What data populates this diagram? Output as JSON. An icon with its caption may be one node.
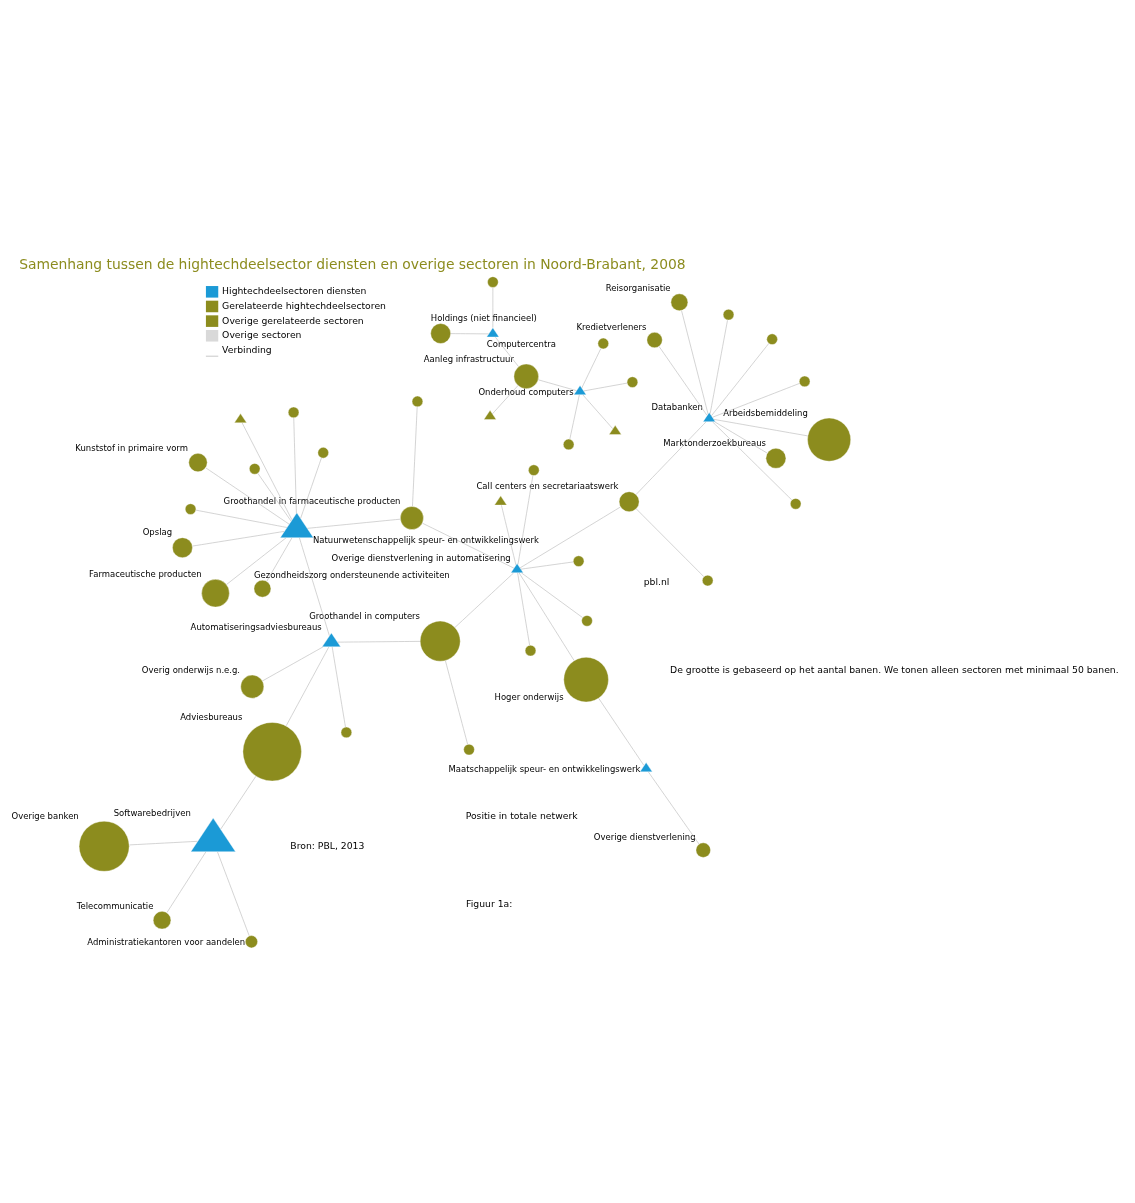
{
  "diagram": {
    "title": "Samenhang tussen de hightechdeelsector diensten en overige sectoren in Noord-Brabant, 2008",
    "caption": "Bron: PBL, 2013",
    "nodes": [
      {
        "text": [
          "Overige banken"
        ]
      },
      {
        "text": [
          "Softwarebedrijven"
        ]
      },
      {
        "text": [
          "Telecommunicatie"
        ]
      },
      {
        "text": [
          "Overig onderwijs n.e.g."
        ]
      },
      {
        "text": [
          "Administratiekantoren voor aandelen"
        ]
      },
      {
        "text": [
          "Kredietverleners"
        ]
      },
      {
        "text": [
          "Automatiseringsadviesbureaus"
        ]
      },
      {
        "text": [
          "Hoger onderwijs"
        ]
      },
      {
        "text": [
          "Adviesbureaus"
        ]
      },
      {
        "text": [
          "Holdings (niet financieel)"
        ]
      },
      {
        "text": [
          "Arbeidsbemiddeling"
        ]
      },
      {
        "text": [
          "Groothandel in computers"
        ]
      },
      {
        "text": [
          "Onderhoud computers"
        ]
      },
      {
        "text": [
          "Aanleg infrastructuur"
        ]
      },
      {
        "text": [
          "Marktonderzoekbureaus"
        ]
      },
      {
        "text": [
          "Computercentra"
        ]
      },
      {
        "text": [
          "Call centers en secretariaatswerk"
        ]
      },
      {
        "text": [
          "Databanken"
        ]
      },
      {
        "text": [
          "Overige dienstverlening in automatisering"
        ]
      },
      {
        "text": [
          "Maatschappelijk speur- en ontwikkelingswerk"
        ]
      },
      {
        "text": [
          "Gezondheidszorg ondersteunende activiteiten"
        ]
      },
      {
        "text": [
          "Natuurwetenschappelijk speur- en ontwikkelingswerk"
        ]
      },
      {
        "text": [
          "Reisorganisatie"
        ]
      },
      {
        "text": [
          "Kunststof in primaire vorm"
        ]
      },
      {
        "text": [
          "Farmaceutische producten"
        ]
      },
      {
        "text": [
          "Opslag"
        ]
      },
      {
        "text": [
          "Overige dienstverlening"
        ]
      },
      {
        "text": [
          "Groothandel in farmaceutische producten"
        ]
      },
      {
        "text": [],
        "shape": "circle"
      },
      {
        "text": [],
        "shape": "circle"
      },
      {
        "text": [],
        "shape": "circle"
      },
      {
        "text": [],
        "shape": "circle"
      },
      {
        "text": [],
        "shape": "circle"
      },
      {
        "text": [],
        "shape": "circle"
      },
      {
        "text": [],
        "shape": "circle"
      },
      {
        "text": [],
        "shape": "circle"
      },
      {
        "text": [],
        "shape": "circle"
      },
      {
        "text": [],
        "shape": "circle"
      },
      {
        "text": [],
        "shape": "circle"
      },
      {
        "text": [],
        "shape": "circle"
      },
      {
        "text": [],
        "shape": "circle"
      },
      {
        "text": [],
        "shape": "circle"
      },
      {
        "text": [],
        "shape": "circle"
      },
      {
        "text": [],
        "shape": "circle"
      },
      {
        "text": [],
        "shape": "circle"
      },
      {
        "text": [],
        "shape": "circle"
      },
      {
        "text": [],
        "shape": "circle"
      },
      {
        "text": [],
        "shape": "circle"
      },
      {
        "text": [],
        "shape": "triangle"
      },
      {
        "text": [],
        "shape": "triangle"
      },
      {
        "text": [],
        "shape": "triangle"
      },
      {
        "text": [],
        "shape": "triangle"
      }
    ],
    "edges": [
      {
        "from": 0,
        "to": 1,
        "arrow": "none"
      },
      {
        "from": 2,
        "to": 1,
        "arrow": "none"
      },
      {
        "from": 3,
        "to": 6,
        "arrow": "none"
      },
      {
        "from": 4,
        "to": 1,
        "arrow": "none"
      },
      {
        "from": 5,
        "to": 17,
        "arrow": "none"
      },
      {
        "from": 7,
        "to": 19,
        "arrow": "none"
      },
      {
        "from": 7,
        "to": 18,
        "arrow": "none"
      },
      {
        "from": 8,
        "to": 6,
        "arrow": "none"
      },
      {
        "from": 8,
        "to": 1,
        "arrow": "none"
      },
      {
        "from": 9,
        "to": 15,
        "arrow": "none"
      },
      {
        "from": 10,
        "to": 17,
        "arrow": "none"
      },
      {
        "from": 11,
        "to": 6,
        "arrow": "none"
      },
      {
        "from": 11,
        "to": 18,
        "arrow": "none"
      },
      {
        "from": 12,
        "to": 13,
        "arrow": "none"
      },
      {
        "from": 13,
        "to": 15,
        "arrow": "none"
      },
      {
        "from": 14,
        "to": 17,
        "arrow": "none"
      },
      {
        "from": 16,
        "to": 17,
        "arrow": "none"
      },
      {
        "from": 16,
        "to": 18,
        "arrow": "none"
      },
      {
        "from": 19,
        "to": 26,
        "arrow": "none"
      },
      {
        "from": 20,
        "to": 21,
        "arrow": "none"
      },
      {
        "from": 22,
        "to": 17,
        "arrow": "none"
      },
      {
        "from": 21,
        "to": 6,
        "arrow": "none"
      },
      {
        "from": 21,
        "to": 23,
        "arrow": "none"
      },
      {
        "from": 21,
        "to": 24,
        "arrow": "none"
      },
      {
        "from": 21,
        "to": 25,
        "arrow": "none"
      },
      {
        "from": 21,
        "to": 27,
        "arrow": "none"
      },
      {
        "from": 18,
        "to": 27,
        "arrow": "none"
      },
      {
        "from": 28,
        "to": 15,
        "arrow": "none"
      },
      {
        "from": 29,
        "to": 6,
        "arrow": "none"
      },
      {
        "from": 30,
        "to": 11,
        "arrow": "none"
      },
      {
        "from": 31,
        "to": 17,
        "arrow": "none"
      },
      {
        "from": 32,
        "to": 16,
        "arrow": "none"
      },
      {
        "from": 33,
        "to": 18,
        "arrow": "none"
      },
      {
        "from": 34,
        "to": 17,
        "arrow": "none"
      },
      {
        "from": 35,
        "to": 18,
        "arrow": "none"
      },
      {
        "from": 36,
        "to": 17,
        "arrow": "none"
      },
      {
        "from": 37,
        "to": 18,
        "arrow": "none"
      },
      {
        "from": 38,
        "to": 12,
        "arrow": "none"
      },
      {
        "from": 39,
        "to": 12,
        "arrow": "none"
      },
      {
        "from": 40,
        "to": 21,
        "arrow": "none"
      },
      {
        "from": 41,
        "to": 21,
        "arrow": "none"
      },
      {
        "from": 42,
        "to": 17,
        "arrow": "none"
      },
      {
        "from": 43,
        "to": 21,
        "arrow": "none"
      },
      {
        "from": 44,
        "to": 12,
        "arrow": "none"
      },
      {
        "from": 45,
        "to": 18,
        "arrow": "none"
      },
      {
        "from": 46,
        "to": 21,
        "arrow": "none"
      },
      {
        "from": 47,
        "to": 27,
        "arrow": "none"
      },
      {
        "from": 48,
        "to": 12,
        "arrow": "none"
      },
      {
        "from": 49,
        "to": 13,
        "arrow": "none"
      },
      {
        "from": 50,
        "to": 18,
        "arrow": "none"
      },
      {
        "from": 51,
        "to": 21,
        "arrow": "none"
      }
    ],
    "labels": [
      "Figuur 1a:",
      "De grootte is gebaseerd op het aantal banen. We tonen alleen sectoren met minimaal 50 banen.",
      "Positie in totale netwerk",
      "pbl.nl"
    ],
    "legend": [
      {
        "text": "Hightechdeelsectoren diensten",
        "color": "#1b9ad6"
      },
      {
        "text": "Gerelateerde hightechdeelsectoren",
        "color": "#8c8c1e"
      },
      {
        "text": "Overige gerelateerde sectoren",
        "color": "#8c8c1e"
      },
      {
        "text": "Overige sectoren",
        "color": "#d9d9d9"
      },
      {
        "text": "Verbinding"
      }
    ]
  }
}
